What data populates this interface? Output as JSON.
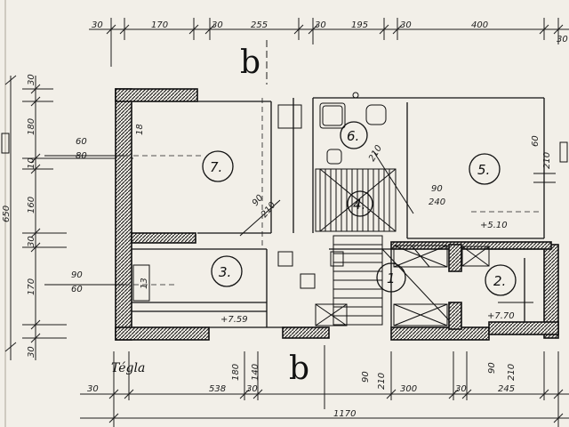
{
  "top_dimensions": [
    "30",
    "170",
    "30",
    "255",
    "30",
    "195",
    "30",
    "400",
    "30"
  ],
  "bottom_dimensions": {
    "left_30": "30",
    "d538": "538",
    "d30": "30",
    "d300": "300",
    "d30b": "30",
    "d245": "245",
    "total": "1170",
    "d180": "180",
    "d140": "140",
    "d90a": "90",
    "d210a": "210",
    "d90b": "90",
    "d210b": "210"
  },
  "left_dimensions": {
    "d30a": "30",
    "d180": "180",
    "d10": "10",
    "d160": "160",
    "d30b": "30",
    "d170": "170",
    "d30c": "30",
    "total": "650"
  },
  "section_markers": {
    "top": "b",
    "bottom": "b"
  },
  "wall_label": "Tégla",
  "rooms": [
    {
      "number": "7."
    },
    {
      "number": "6."
    },
    {
      "number": "5."
    },
    {
      "number": "4."
    },
    {
      "number": "3."
    },
    {
      "number": "1"
    },
    {
      "number": "2."
    }
  ],
  "annotations": {
    "window_left_top": "60",
    "window_left_bottom": "80",
    "window_mid": "18",
    "door_7": "90",
    "door_7b": "210",
    "stair_6": "210",
    "door_4a": "90",
    "door_4b": "240",
    "level_5": "+5.10",
    "window_3a": "90",
    "window_3b": "60",
    "level_3": "+7.59",
    "level_2": "+7.70",
    "window_5": "60",
    "window_5b": "210",
    "window_13": "13"
  }
}
